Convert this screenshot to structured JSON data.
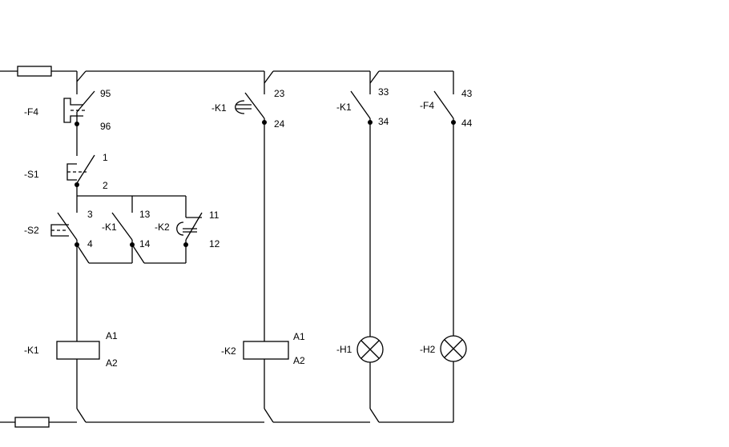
{
  "devices": {
    "f4_main": "-F4",
    "s1": "-S1",
    "s2": "-S2",
    "k1_hold": "-K1",
    "k2_interlock": "-K2",
    "k1_coil": "-K1",
    "k1_timer": "-K1",
    "k2_coil": "-K2",
    "k1_aux": "-K1",
    "h1": "-H1",
    "f4_aux": "-F4",
    "h2": "-H2"
  },
  "terminals": {
    "f4_in": "95",
    "f4_out": "96",
    "s1_in": "1",
    "s1_out": "2",
    "s2_in": "3",
    "s2_out": "4",
    "k1_hold_in": "13",
    "k1_hold_out": "14",
    "k2_in": "11",
    "k2_out": "12",
    "k1_coil_a1": "A1",
    "k1_coil_a2": "A2",
    "k1_timer_in": "23",
    "k1_timer_out": "24",
    "k2_coil_a1": "A1",
    "k2_coil_a2": "A2",
    "k1_aux_in": "33",
    "k1_aux_out": "34",
    "f4_aux_in": "43",
    "f4_aux_out": "44"
  }
}
